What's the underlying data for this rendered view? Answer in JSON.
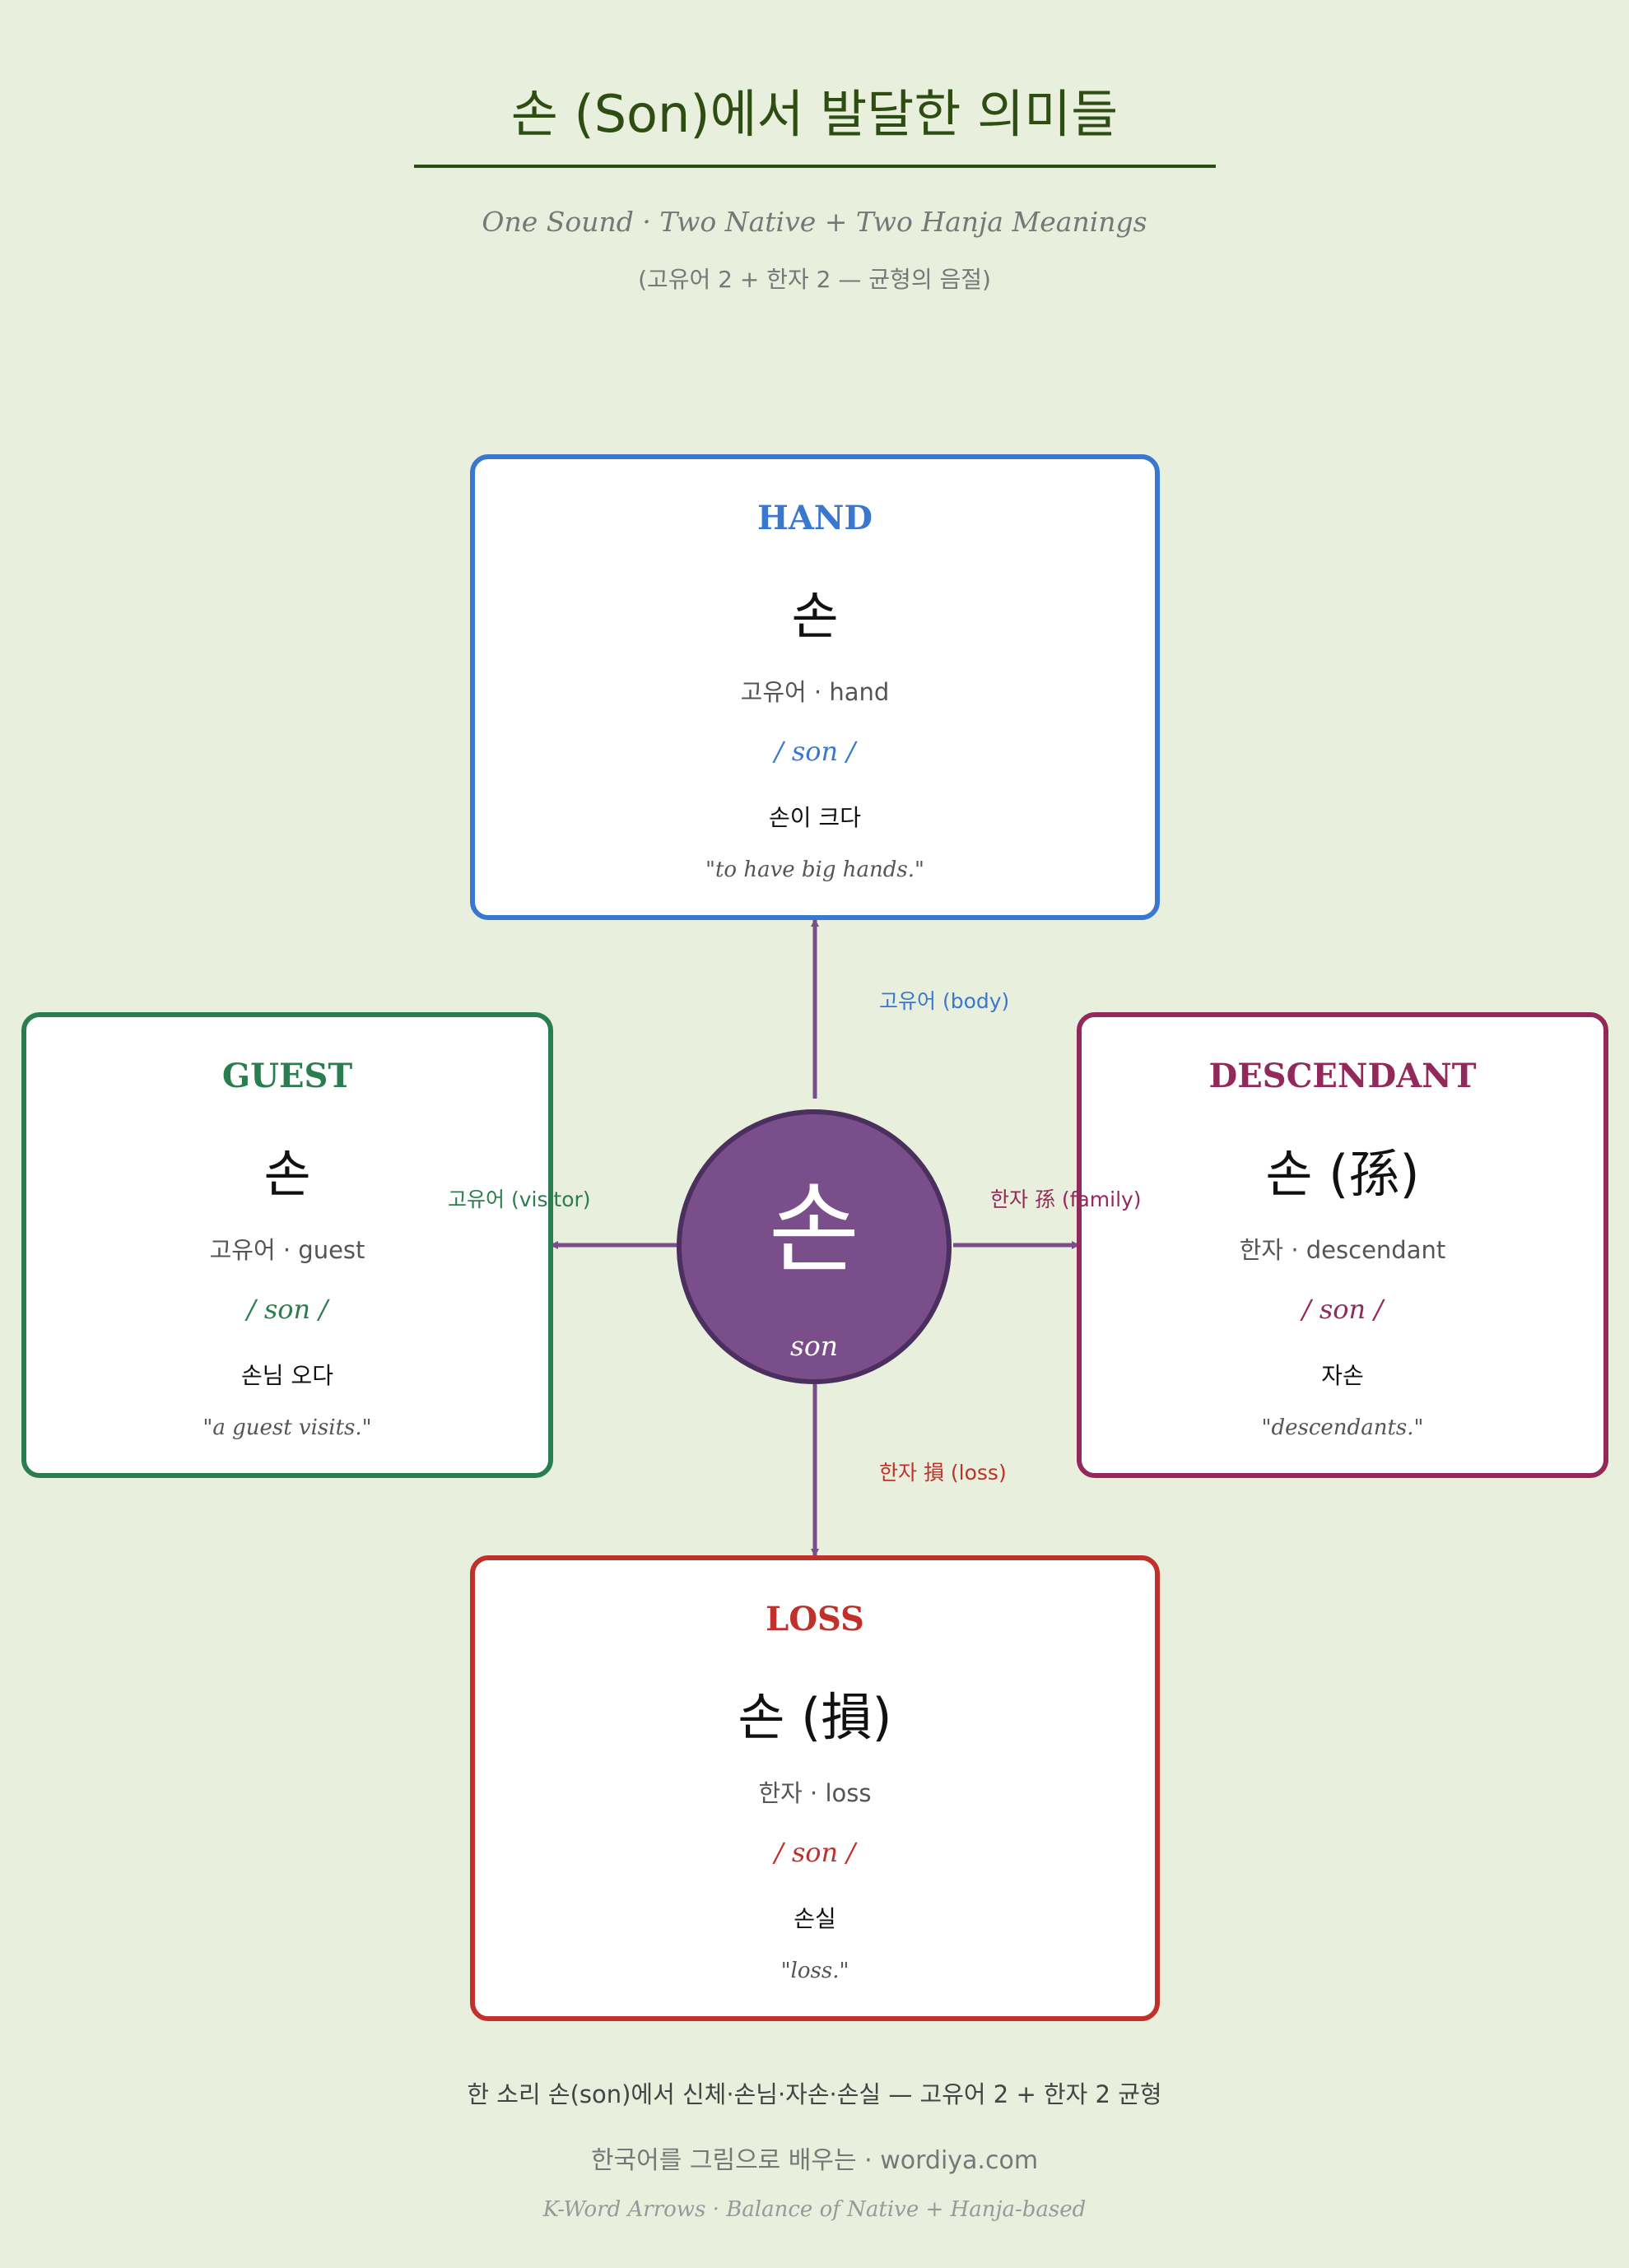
{
  "header": {
    "title": "손 (Son)에서 발달한 의미들",
    "subtitle": "One Sound · Two Native + Two Hanja Meanings",
    "subtitle2": "(고유어 2 + 한자 2 — 균형의 음절)"
  },
  "hub": {
    "word": "손",
    "romanization": "son",
    "color": "#7a4e8b"
  },
  "cards": {
    "hand": {
      "heading": "HAND",
      "word": "손",
      "sub": "고유어 · hand",
      "pron": "/ son /",
      "example": "손이 크다",
      "translation": "\"to have big hands.\"",
      "color": "#3a78d0"
    },
    "guest": {
      "heading": "GUEST",
      "word": "손",
      "sub": "고유어 · guest",
      "pron": "/ son /",
      "example": "손님 오다",
      "translation": "\"a guest visits.\"",
      "color": "#2a7d4f"
    },
    "descendant": {
      "heading": "DESCENDANT",
      "word": "손 (孫)",
      "sub": "한자 · descendant",
      "pron": "/ son /",
      "example": "자손",
      "translation": "\"descendants.\"",
      "color": "#93295a"
    },
    "loss": {
      "heading": "LOSS",
      "word": "손 (損)",
      "sub": "한자 · loss",
      "pron": "/ son /",
      "example": "손실",
      "translation": "\"loss.\"",
      "color": "#c0312b"
    }
  },
  "edges": {
    "hand": "고유어 (body)",
    "guest": "고유어 (visitor)",
    "descendant": "한자 孫 (family)",
    "loss": "한자 損 (loss)"
  },
  "footer": {
    "line1": "한 소리 손(son)에서 신체·손님·자손·손실 — 고유어 2 + 한자 2 균형",
    "line2": "한국어를 그림으로 배우는 · wordiya.com",
    "line3": "K-Word Arrows · Balance of Native + Hanja-based"
  }
}
